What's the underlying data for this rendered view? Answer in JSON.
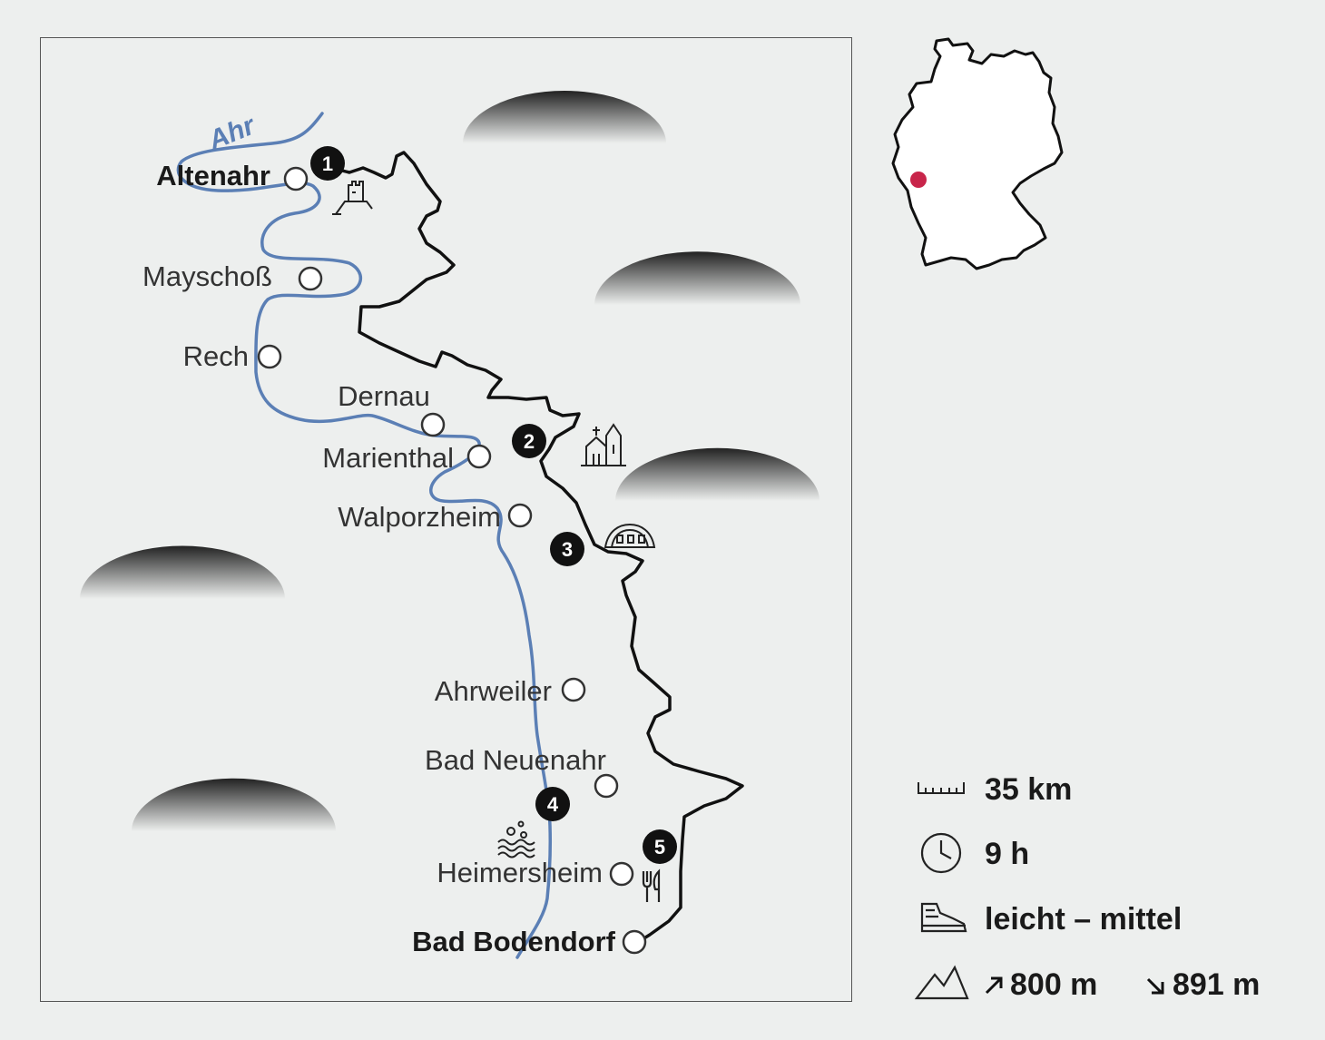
{
  "river": {
    "name": "Ahr",
    "color": "#5b7fb5"
  },
  "route_color": "#111111",
  "marker_color": "#c8254a",
  "towns": [
    {
      "name": "Altenahr",
      "bold": true
    },
    {
      "name": "Mayschoß",
      "bold": false
    },
    {
      "name": "Rech",
      "bold": false
    },
    {
      "name": "Dernau",
      "bold": false
    },
    {
      "name": "Marienthal",
      "bold": false
    },
    {
      "name": "Walporzheim",
      "bold": false
    },
    {
      "name": "Ahrweiler",
      "bold": false
    },
    {
      "name": "Bad Neuenahr",
      "bold": false
    },
    {
      "name": "Heimersheim",
      "bold": false
    },
    {
      "name": "Bad Bodendorf",
      "bold": true
    }
  ],
  "stops": [
    {
      "number": "1",
      "icon": "castle-icon"
    },
    {
      "number": "2",
      "icon": "church-icon"
    },
    {
      "number": "3",
      "icon": "bunker-icon"
    },
    {
      "number": "4",
      "icon": "thermal-bath-icon"
    },
    {
      "number": "5",
      "icon": "restaurant-icon"
    }
  ],
  "legend": {
    "distance": "35 km",
    "duration": "9 h",
    "difficulty": "leicht – mittel",
    "ascent": "800 m",
    "descent": "891 m"
  }
}
